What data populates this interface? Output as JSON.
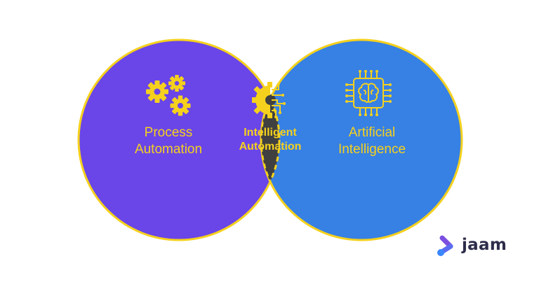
{
  "venn": {
    "left": {
      "line1": "Process",
      "line2": "Automation",
      "icon": "gears-icon"
    },
    "right": {
      "line1": "Artificial",
      "line2": "Intelligence",
      "icon": "brain-chip-icon"
    },
    "center": {
      "line1": "Intelligent",
      "line2": "Automation",
      "icon": "gear-circuit-icon"
    }
  },
  "logo": {
    "text": "jaam",
    "icon": "jaam-logo-icon"
  },
  "colors": {
    "left_fill": "#6a45e8",
    "right_fill": "#3780e4",
    "overlap_fill": "#404040",
    "accent": "#f5d11d",
    "logo_purple": "#7b4fe0",
    "logo_blue": "#3a86ff",
    "logo_text": "#2d2d4a"
  }
}
